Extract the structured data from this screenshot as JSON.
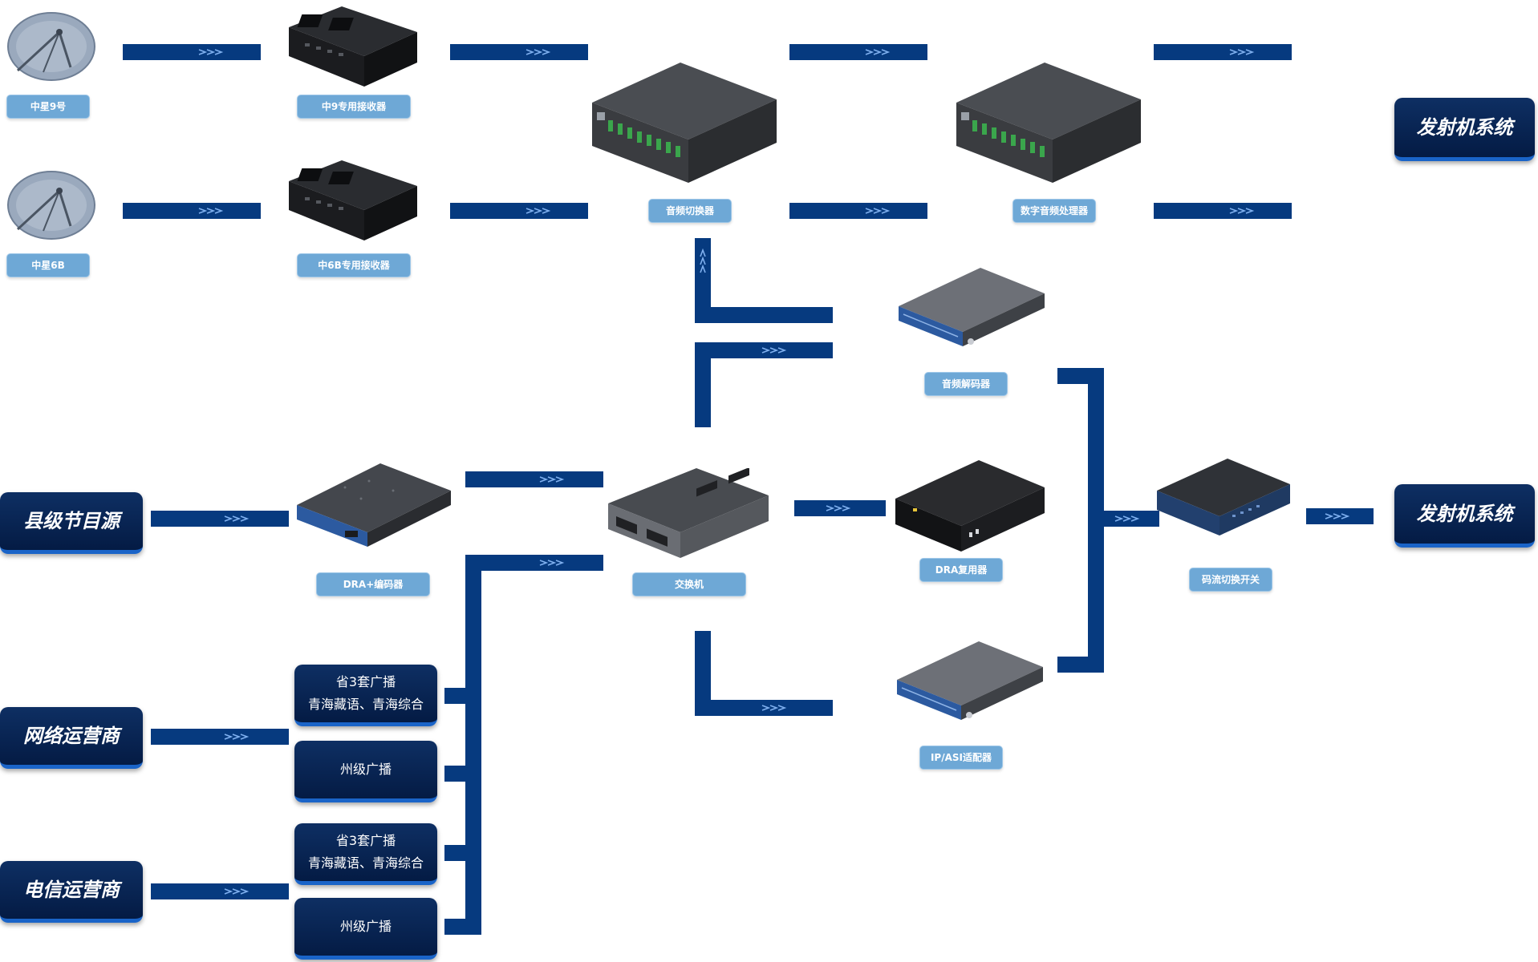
{
  "colors": {
    "link": "#063a7f",
    "arrow": "#7fb0ef",
    "label_bg": "#6ea8d6",
    "panel": "#0a2450",
    "accent": "#1a64c8"
  },
  "labels": {
    "sat1": "中星9号",
    "sat2": "中星6B",
    "recv1": "中9专用接收器",
    "recv2": "中6B专用接收器",
    "audio_switch": "音频切换器",
    "dsp": "数字音频处理器",
    "decoder": "音频解码器",
    "dra_encoder": "DRA+编码器",
    "switch": "交换机",
    "dra_mux": "DRA复用器",
    "ip_asi": "IP/ASI适配器",
    "stream_switch": "码流切换开关"
  },
  "panels": {
    "tx_top": "发射机系统",
    "tx_mid": "发射机系统",
    "county": "县级节目源",
    "network": "网络运营商",
    "telecom": "电信运营商"
  },
  "sources": {
    "net_a_line1": "省3套广播",
    "net_a_line2": "青海藏语、青海综合",
    "net_b": "州级广播",
    "tel_a_line1": "省3套广播",
    "tel_a_line2": "青海藏语、青海综合",
    "tel_b": "州级广播"
  }
}
